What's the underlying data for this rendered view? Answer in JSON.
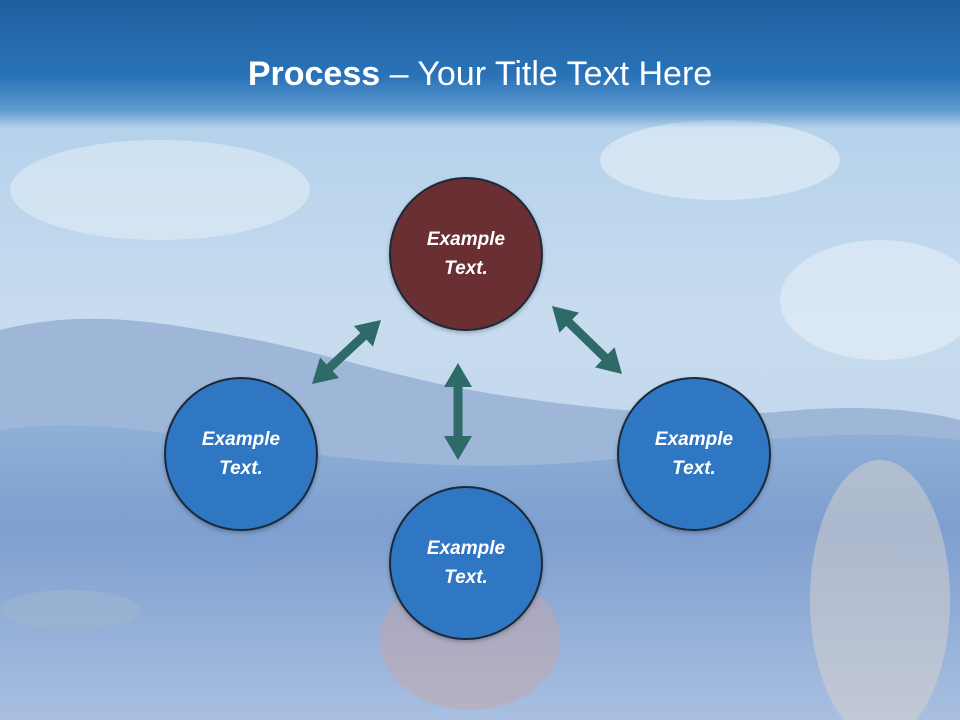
{
  "slide": {
    "title_bold": "Process",
    "title_rest": " – Your Title Text Here"
  },
  "diagram": {
    "nodes": [
      {
        "id": "top",
        "text": "Example Text.",
        "color": "#6a2f33"
      },
      {
        "id": "left",
        "text": "Example Text.",
        "color": "#2f77c2"
      },
      {
        "id": "bottom",
        "text": "Example Text.",
        "color": "#2f77c2"
      },
      {
        "id": "right",
        "text": "Example Text.",
        "color": "#2f77c2"
      }
    ],
    "arrow_color": "#2e6b68",
    "connections": [
      {
        "from": "top",
        "to": "left",
        "type": "bidirectional"
      },
      {
        "from": "top",
        "to": "right",
        "type": "bidirectional"
      },
      {
        "from": "top",
        "to": "bottom",
        "type": "bidirectional"
      }
    ]
  }
}
